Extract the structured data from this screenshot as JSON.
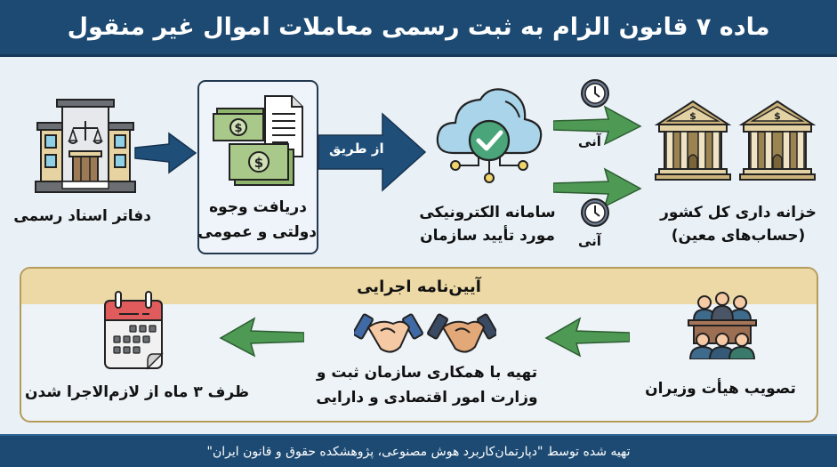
{
  "header": {
    "title": "ماده ۷ قانون الزام به ثبت رسمی معاملات اموال غیر منقول"
  },
  "flow_top": {
    "notary": {
      "label": "دفاتر اسناد رسمی",
      "icon": "courthouse-icon"
    },
    "funds": {
      "label_line1": "دریافت وجوه",
      "label_line2": "دولتی و عمومی",
      "icon": "money-document-icon"
    },
    "via_arrow": {
      "label": "از طریق"
    },
    "system": {
      "label_line1": "سامانه الکترونیکی",
      "label_line2": "مورد تأیید سازمان",
      "icon": "cloud-check-icon"
    },
    "instant_top": {
      "label": "آنی",
      "icon": "clock-icon"
    },
    "instant_bottom": {
      "label": "آنی",
      "icon": "clock-icon"
    },
    "treasury": {
      "label_line1": "خزانه داری کل کشور",
      "label_line2": "(حساب‌های معین)",
      "icon": "bank-icon"
    }
  },
  "executive": {
    "title": "آیین‌نامه اجرایی",
    "cabinet": {
      "label": "تصویب هیأت وزیران",
      "icon": "cabinet-meeting-icon"
    },
    "cooperation": {
      "label_line1": "تهیه با همکاری سازمان ثبت و",
      "label_line2": "وزارت امور اقتصادی و دارایی",
      "icon": "handshake-icon"
    },
    "deadline": {
      "label": "ظرف ۳ ماه از لازم‌الاجرا شدن",
      "icon": "calendar-icon"
    }
  },
  "footer": {
    "text": "تهیه شده توسط \"دپارتمان‌کاربرد هوش مصنوعی، پژوهشکده حقوق و قانون ایران\""
  },
  "colors": {
    "navy": "#1d4a72",
    "green_arrow": "#4e9a55",
    "gold_band": "#ecd9a6",
    "background": "#e9f1f7"
  }
}
